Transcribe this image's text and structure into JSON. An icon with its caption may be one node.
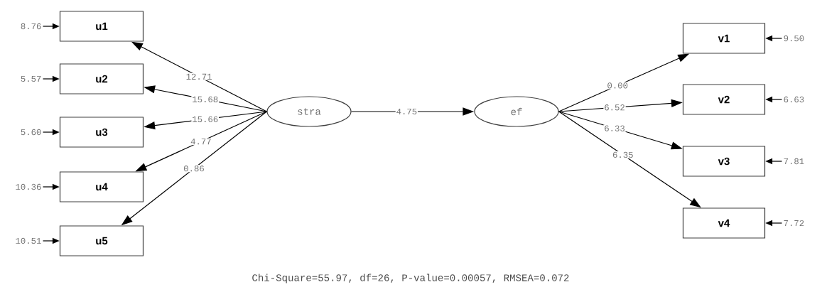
{
  "diagram": {
    "caption": "Chi-Square=55.97, df=26, P-value=0.00057, RMSEA=0.072",
    "nodes": [
      {
        "text": [
          "stra"
        ]
      },
      {
        "text": [
          "ef"
        ]
      },
      {
        "text": [
          "u1"
        ]
      },
      {
        "text": [
          "u2"
        ]
      },
      {
        "text": [
          "u3"
        ]
      },
      {
        "text": [
          "u4"
        ]
      },
      {
        "text": [
          "u5"
        ]
      },
      {
        "text": [
          "v1"
        ]
      },
      {
        "text": [
          "v2"
        ]
      },
      {
        "text": [
          "v3"
        ]
      },
      {
        "text": [
          "v4"
        ]
      }
    ],
    "edges": [
      {
        "from": 0,
        "to": 1,
        "arrow": "to",
        "label": "4.75"
      },
      {
        "from": 0,
        "to": 2,
        "arrow": "to",
        "label": "12.71"
      },
      {
        "from": 0,
        "to": 3,
        "arrow": "to",
        "label": "15.68"
      },
      {
        "from": 0,
        "to": 4,
        "arrow": "to",
        "label": "15.66"
      },
      {
        "from": 0,
        "to": 5,
        "arrow": "to",
        "label": "4.77"
      },
      {
        "from": 0,
        "to": 6,
        "arrow": "to",
        "label": "0.86"
      },
      {
        "from": 1,
        "to": 7,
        "arrow": "to",
        "label": "0.00"
      },
      {
        "from": 1,
        "to": 8,
        "arrow": "to",
        "label": "6.52"
      },
      {
        "from": 1,
        "to": 9,
        "arrow": "to",
        "label": "6.33"
      },
      {
        "from": 1,
        "to": 10,
        "arrow": "to",
        "label": "6.35"
      },
      {
        "from": null,
        "to": 2,
        "arrow": "to",
        "label": "8.76"
      },
      {
        "from": null,
        "to": 3,
        "arrow": "to",
        "label": "5.57"
      },
      {
        "from": null,
        "to": 4,
        "arrow": "to",
        "label": "5.60"
      },
      {
        "from": null,
        "to": 5,
        "arrow": "to",
        "label": "10.36"
      },
      {
        "from": null,
        "to": 6,
        "arrow": "to",
        "label": "10.51"
      },
      {
        "from": null,
        "to": 7,
        "arrow": "to",
        "label": "9.50"
      },
      {
        "from": null,
        "to": 8,
        "arrow": "to",
        "label": "6.63"
      },
      {
        "from": null,
        "to": 9,
        "arrow": "to",
        "label": "7.81"
      },
      {
        "from": null,
        "to": 10,
        "arrow": "to",
        "label": "7.72"
      }
    ]
  }
}
